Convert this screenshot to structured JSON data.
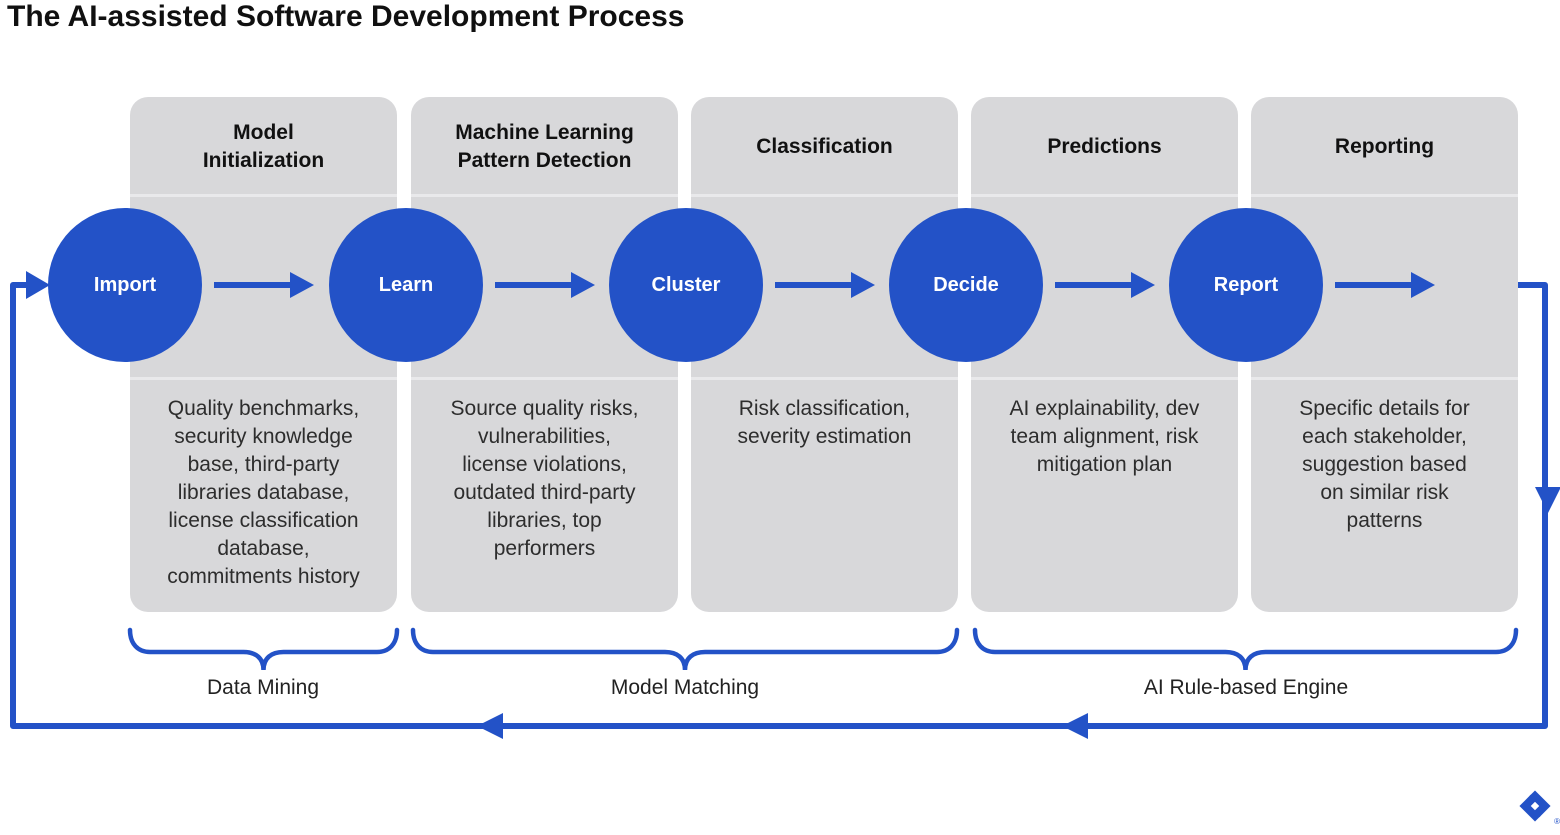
{
  "title": "The AI-assisted Software Development Process",
  "colors": {
    "accent_blue": "#2352C7",
    "panel_gray": "#D8D8DA",
    "divider_gray": "#E9E9EB",
    "title_text": "#101010",
    "body_text": "#2D2D2D",
    "node_label": "#FFFFFF"
  },
  "stages": [
    {
      "header": "Model\nInitialization",
      "node": "Import",
      "description": "Quality benchmarks,\nsecurity knowledge\nbase, third-party\nlibraries database,\nlicense classification\ndatabase,\ncommitments history"
    },
    {
      "header": "Machine Learning\nPattern Detection",
      "node": "Learn",
      "description": "Source quality risks,\nvulnerabilities,\nlicense violations,\noutdated third-party\nlibraries, top\nperformers"
    },
    {
      "header": "Classification",
      "node": "Cluster",
      "description": "Risk classification,\nseverity estimation"
    },
    {
      "header": "Predictions",
      "node": "Decide",
      "description": "AI explainability, dev\nteam alignment, risk\nmitigation plan"
    },
    {
      "header": "Reporting",
      "node": "Report",
      "description": "Specific details for\neach stakeholder,\nsuggestion based\non similar risk\npatterns"
    }
  ],
  "groups": [
    {
      "label": "Data Mining"
    },
    {
      "label": "Model Matching"
    },
    {
      "label": "AI Rule-based Engine"
    }
  ],
  "logo": {
    "name": "toptal-logo",
    "registered_mark": "®"
  }
}
